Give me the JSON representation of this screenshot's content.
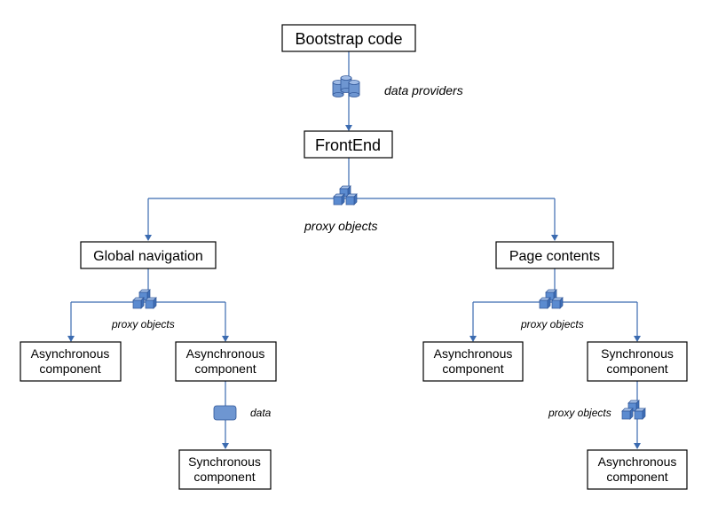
{
  "nodes": {
    "bootstrap": "Bootstrap code",
    "frontend": "FrontEnd",
    "global_nav": "Global navigation",
    "page_contents": "Page contents",
    "gn_async_left": [
      "Asynchronous",
      "component"
    ],
    "gn_async_right": [
      "Asynchronous",
      "component"
    ],
    "gn_sync_bottom": [
      "Synchronous",
      "component"
    ],
    "pc_async_left": [
      "Asynchronous",
      "component"
    ],
    "pc_sync_right": [
      "Synchronous",
      "component"
    ],
    "pc_async_bottom": [
      "Asynchronous",
      "component"
    ]
  },
  "annotations": {
    "data_providers": "data providers",
    "proxy_objects_main": "proxy objects",
    "proxy_objects_gn": "proxy objects",
    "proxy_objects_pc": "proxy objects",
    "data_gn": "data",
    "proxy_objects_pc_bottom": "proxy objects"
  },
  "icons": {
    "data_providers_icon": "database-cylinders-icon",
    "proxy_objects_icon": "cubes-icon",
    "data_icon": "data-block-icon"
  },
  "colors": {
    "connector": "#3b6bb0",
    "icon_fill": "#6e96d1"
  }
}
